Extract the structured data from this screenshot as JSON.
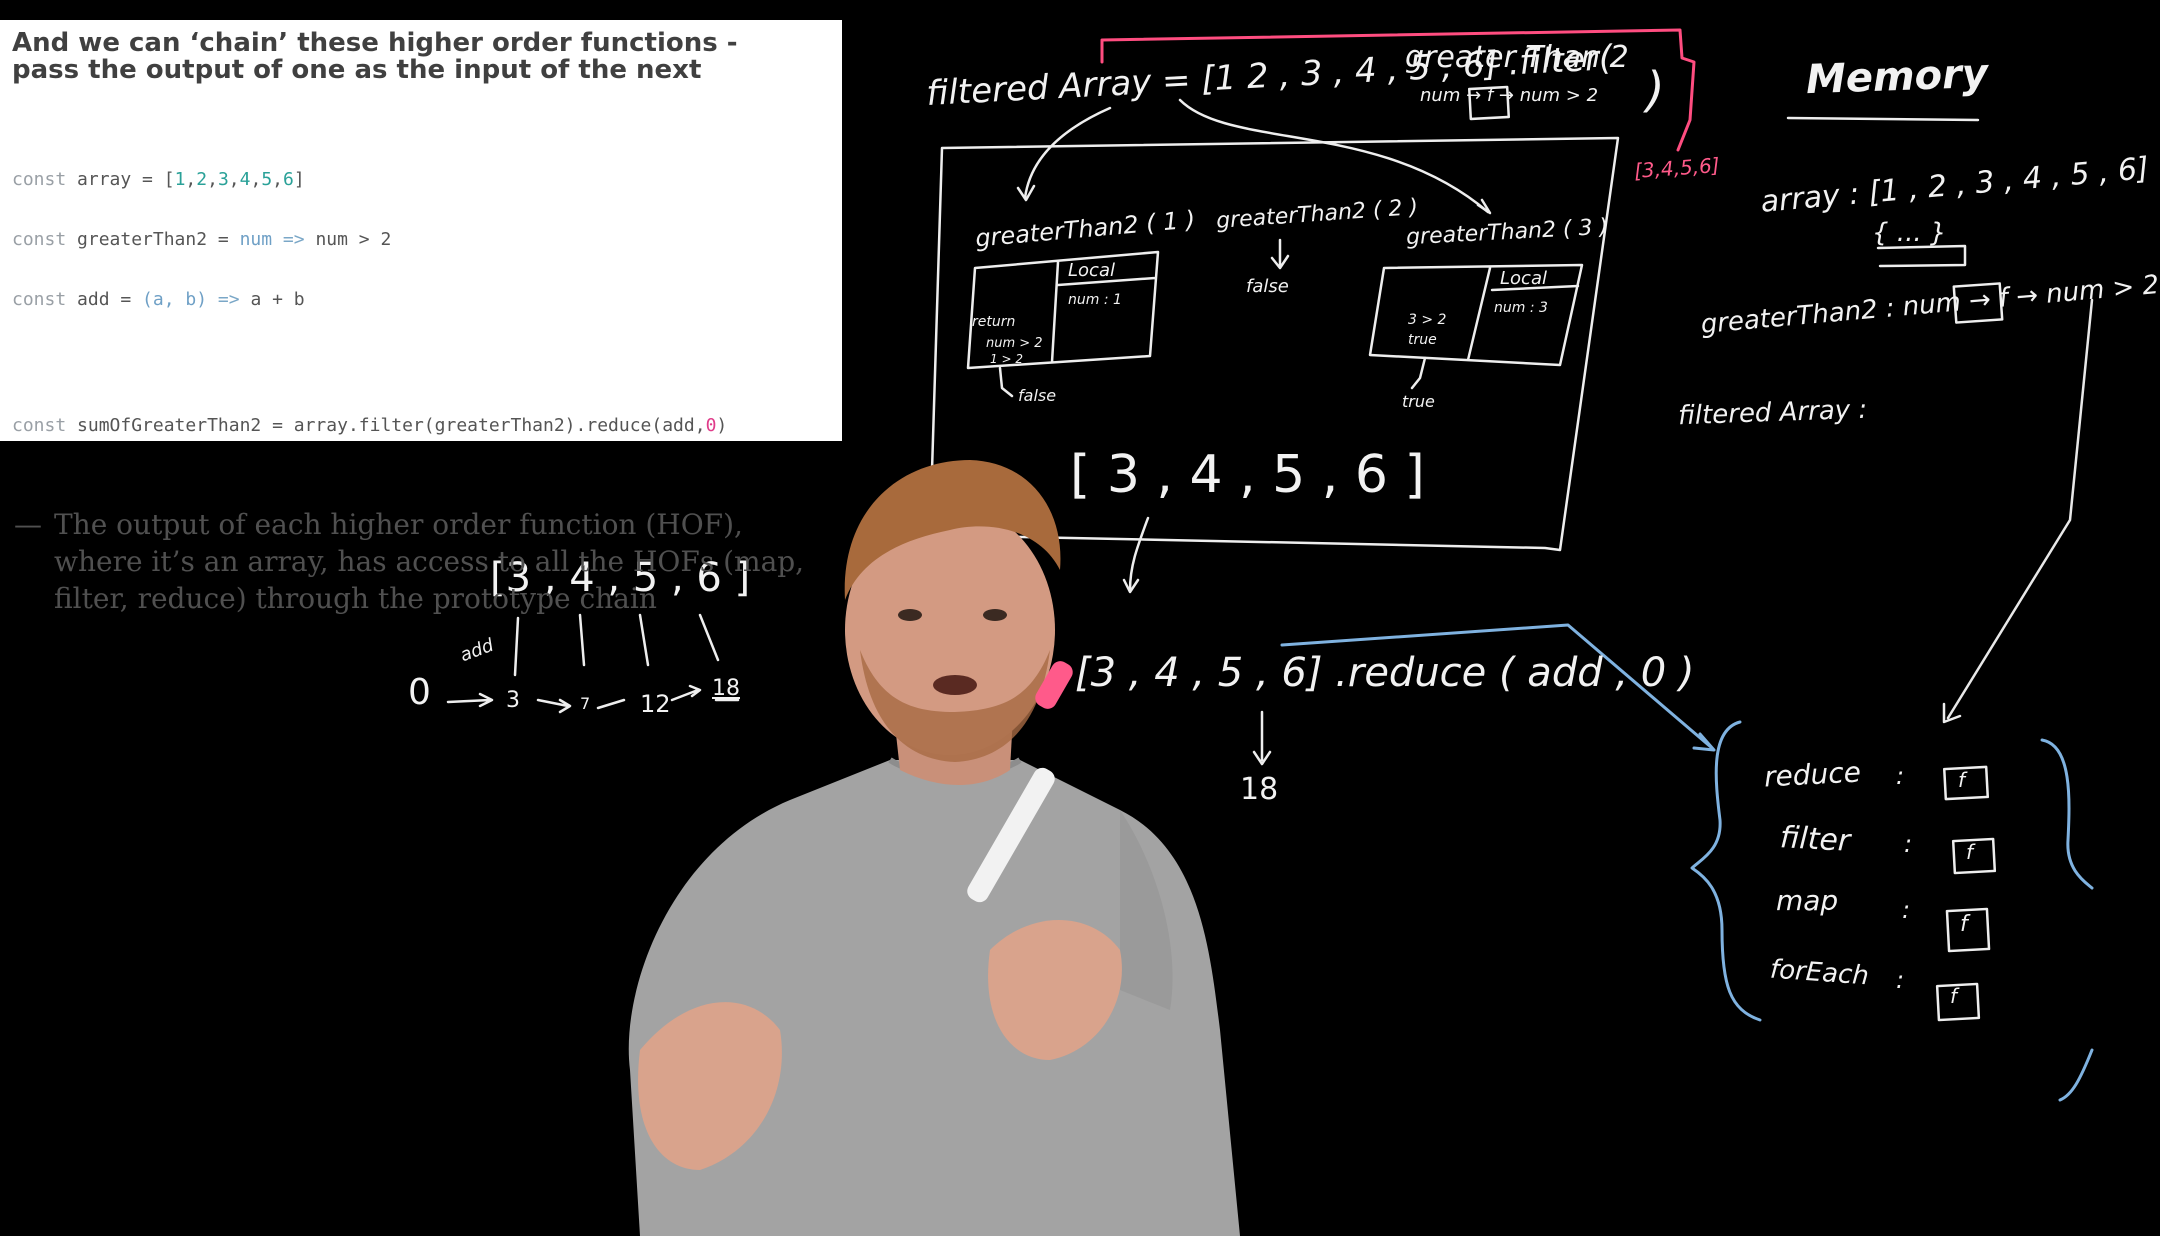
{
  "slide": {
    "title": "And we can ‘chain’ these higher order functions - pass the output of one as the input of the next",
    "code": {
      "line1": {
        "kw": "const",
        "rest_a": " array = [",
        "n1": "1",
        "c1": ",",
        "n2": "2",
        "c2": ",",
        "n3": "3",
        "c3": ",",
        "n4": "4",
        "c4": ",",
        "n5": "5",
        "c5": ",",
        "n6": "6",
        "end": "]"
      },
      "line2": {
        "kw": "const",
        "rest_a": " greaterThan2 = ",
        "param": "num",
        "arrow": " => ",
        "rest_b": "num > 2"
      },
      "line3": {
        "kw": "const",
        "rest_a": " add = ",
        "param": "(a, b)",
        "arrow": " => ",
        "rest_b": "a + b"
      },
      "line4": {
        "kw": "const",
        "rest_a": " sumOfGreaterThan2 = array.filter(greaterThan2).reduce(add,",
        "zero": "0",
        "end": ")"
      }
    },
    "bullet": {
      "dash": "—",
      "text": "The output of each higher order function (HOF), where it’s an array, has access to all the HOFs (map, filter, reduce) through the prototype chain"
    }
  },
  "whiteboard": {
    "top_expression": "filtered Array = [1 2 , 3 , 4 , 5 , 6] .filter(",
    "greater_than_2_top": "greater Than 2",
    "greater_than_2_def": "num → f → num > 2",
    "filter_result_pink": "[3,4,5,6]",
    "memory_heading": "Memory",
    "call_1": "greaterThan2 ( 1 )",
    "call_2": "greaterThan2 ( 2 )",
    "call_3": "greaterThan2 ( 3 )",
    "local_label": "Local",
    "num_1": "num : 1",
    "num_3": "num : 3",
    "return_label": "return",
    "num_gt_2": "num > 2",
    "one_gt_2": "1 > 2",
    "false_1": "false",
    "false_2": "false",
    "three_gt_2": "3 > 2",
    "true_label": "true",
    "true_label_2": "true",
    "filtered_result": "[ 3 , 4 , 5 , 6 ]",
    "reduce_expression": "[3 , 4 , 5 , 6] .reduce ( add , 0 )",
    "reduce_result": "18",
    "left_array": "[3 , 4 , 5 , 6 ]",
    "add_label": "add",
    "accumulator_steps": [
      "0",
      "3",
      "7",
      "12",
      "18"
    ],
    "mem_array": "array : [1 , 2 , 3 , 4 , 5 , 6]",
    "mem_proto_brace": "{ ... }",
    "mem_greater": "greaterThan2 : num → f → num > 2",
    "mem_filtered": "filtered Array :",
    "proto_methods": [
      {
        "name": "reduce",
        "sep": ":",
        "val": "f"
      },
      {
        "name": "filter",
        "sep": ":",
        "val": "f"
      },
      {
        "name": "map",
        "sep": ":",
        "val": "f"
      },
      {
        "name": "forEach",
        "sep": ":",
        "val": "f"
      }
    ],
    "colors": {
      "chalk": "#f2f2f2",
      "pink": "#ff5a8a",
      "blue": "#7fb2e0"
    }
  }
}
